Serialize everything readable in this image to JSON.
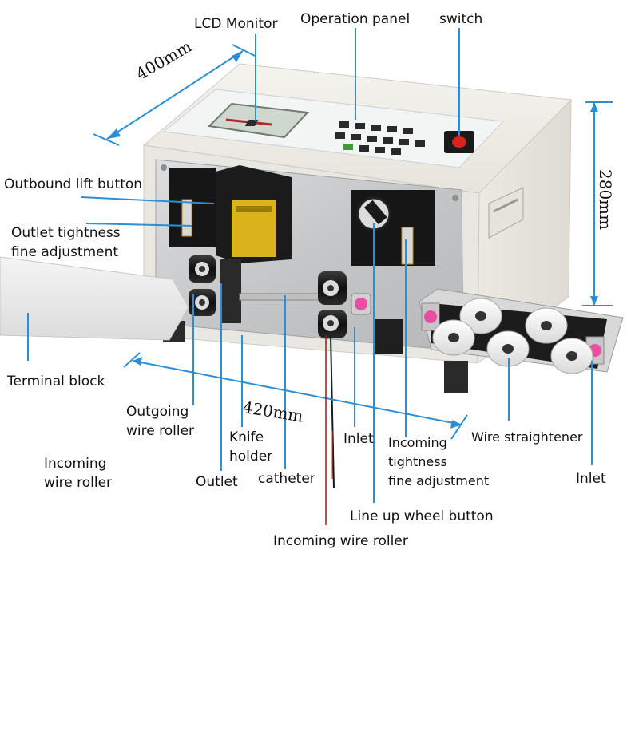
{
  "dimensions": {
    "depth": "400mm",
    "height": "280mm",
    "width": "420mm"
  },
  "labels": {
    "lcd_monitor": "LCD Monitor",
    "operation_panel": "Operation panel",
    "switch": "switch",
    "outbound_lift_button": "Outbound lift button",
    "outlet_tightness_1": "Outlet tightness",
    "outlet_tightness_2": "fine adjustment",
    "terminal_block": "Terminal block",
    "outgoing_roller_1": "Outgoing",
    "outgoing_roller_2": "wire roller",
    "knife_holder_1": "Knife",
    "knife_holder_2": "holder",
    "incoming_roller_left_1": "Incoming",
    "incoming_roller_left_2": "wire roller",
    "outlet": "Outlet",
    "catheter": "catheter",
    "inlet_center": "Inlet",
    "incoming_tightness_1": "Incoming",
    "incoming_tightness_2": "tightness",
    "incoming_tightness_3": "fine adjustment",
    "wire_straightener": "Wire straightener",
    "inlet_right": "Inlet",
    "line_up_wheel_button": "Line up wheel button",
    "incoming_wire_roller_bottom": "Incoming wire roller"
  },
  "colors": {
    "callout_line": "#2b8fd6",
    "machine_body": "#eeece6",
    "steel_plate": "#c9cbcc",
    "black_parts": "#1b1b1b",
    "switch_red": "#d8231f"
  }
}
